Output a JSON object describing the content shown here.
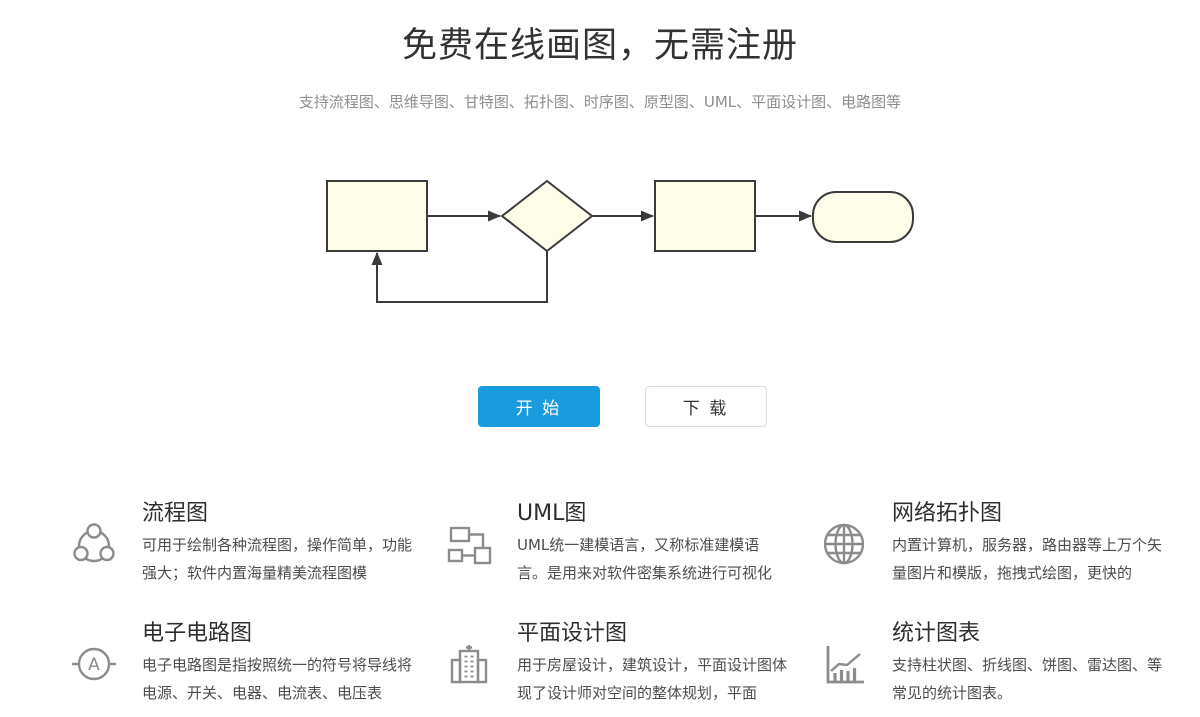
{
  "hero": {
    "title": "免费在线画图，无需注册",
    "subtitle": "支持流程图、思维导图、甘特图、拓扑图、时序图、原型图、UML、平面设计图、电路图等",
    "start_button": "开 始",
    "download_button": "下 载"
  },
  "colors": {
    "accent_blue": "#1a9bdd",
    "flowchart_shape_fill": "#fdfde9",
    "flowchart_stroke": "#3b3b3b",
    "icon_gray": "#8c8c8c"
  },
  "flowchart": {
    "nodes": [
      "process-rectangle",
      "decision-diamond",
      "process-rectangle",
      "terminator-rounded"
    ],
    "has_feedback_loop": true
  },
  "features": [
    {
      "icon": "share-nodes-icon",
      "title": "流程图",
      "description": "可用于绘制各种流程图，操作简单，功能强大；软件内置海量精美流程图模"
    },
    {
      "icon": "uml-boxes-icon",
      "title": "UML图",
      "description": "UML统一建模语言，又称标准建模语言。是用来对软件密集系统进行可视化"
    },
    {
      "icon": "globe-icon",
      "title": "网络拓扑图",
      "description": "内置计算机，服务器，路由器等上万个矢量图片和模版，拖拽式绘图，更快的"
    },
    {
      "icon": "ammeter-icon",
      "icon_letter": "A",
      "title": "电子电路图",
      "description": "电子电路图是指按照统一的符号将导线将电源、开关、电器、电流表、电压表"
    },
    {
      "icon": "building-icon",
      "title": "平面设计图",
      "description": "用于房屋设计，建筑设计，平面设计图体现了设计师对空间的整体规划，平面"
    },
    {
      "icon": "bar-line-chart-icon",
      "title": "统计图表",
      "description": "支持柱状图、折线图、饼图、雷达图、等常见的统计图表。"
    }
  ]
}
